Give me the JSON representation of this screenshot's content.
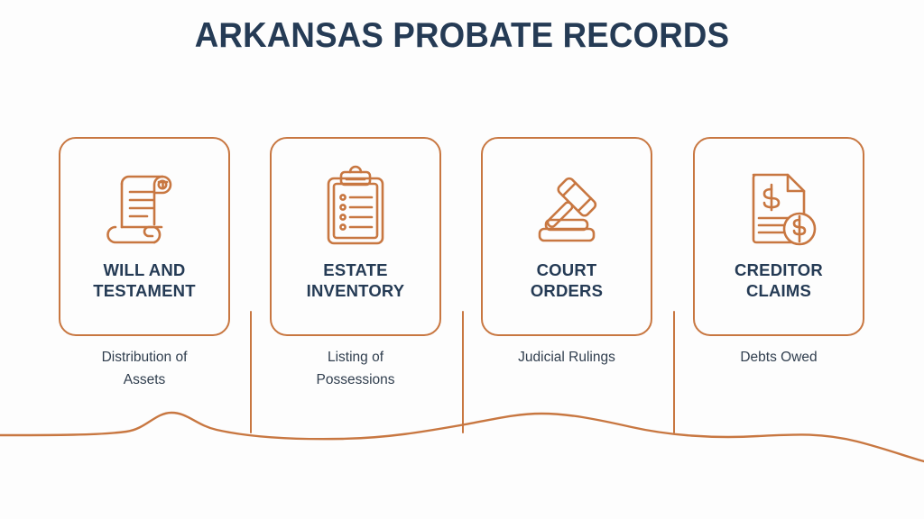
{
  "page": {
    "title": "ARKANSAS PROBATE RECORDS",
    "background_color": "#fdfdfd",
    "accent_color": "#c87741",
    "title_color": "#253b55",
    "caption_color": "#303e4e"
  },
  "cards": [
    {
      "id": "will-and-testament",
      "icon": "scroll-icon",
      "title": "WILL AND\nTESTAMENT",
      "caption": "Distribution of\nAssets"
    },
    {
      "id": "estate-inventory",
      "icon": "clipboard-checklist-icon",
      "title": "ESTATE\nINVENTORY",
      "caption": "Listing of\nPossessions"
    },
    {
      "id": "court-orders",
      "icon": "gavel-icon",
      "title": "COURT\nORDERS",
      "caption": "Judicial Rulings"
    },
    {
      "id": "creditor-claims",
      "icon": "document-dollar-icon",
      "title": "CREDITOR\nCLAIMS",
      "caption": "Debts Owed"
    }
  ],
  "decoration": {
    "wave_label": "wavy-divider"
  }
}
